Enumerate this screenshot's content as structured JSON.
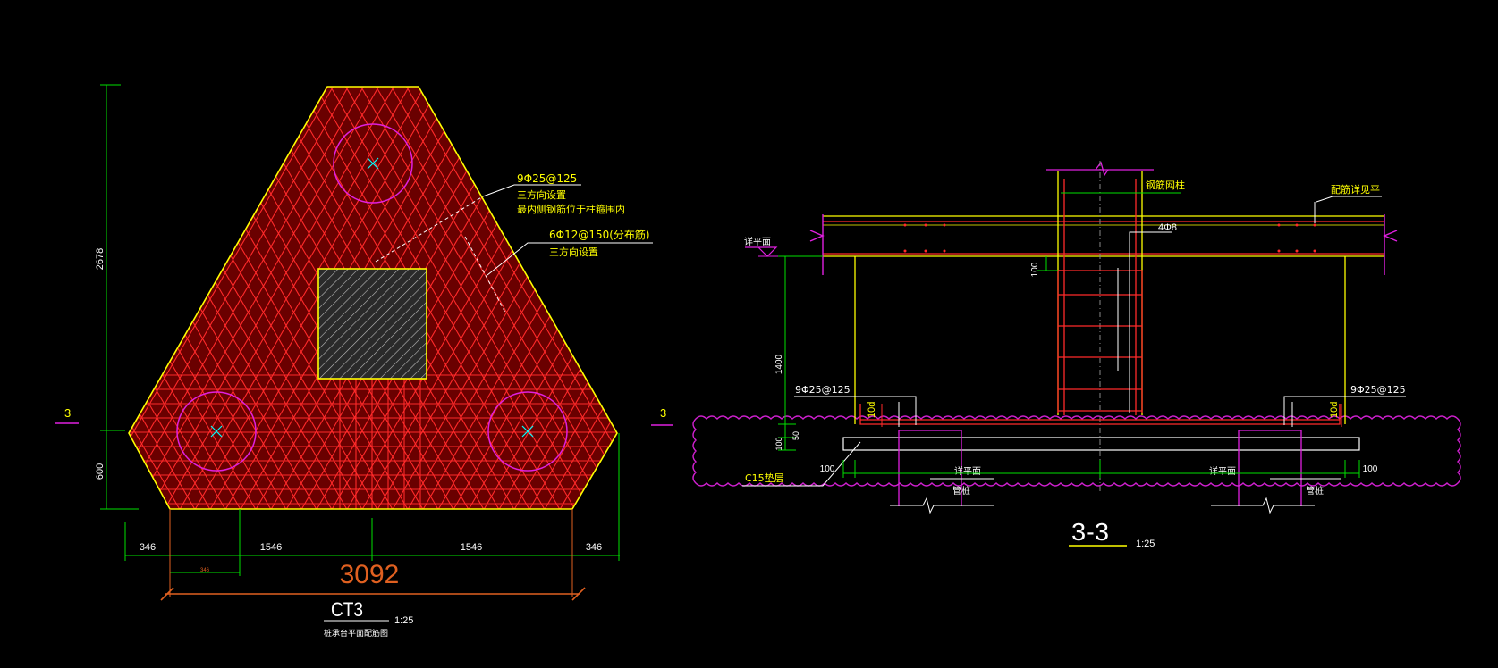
{
  "plan": {
    "dim_left_height_total": "2678",
    "dim_left_height_lower": "600",
    "dim_bottom_1": "346",
    "dim_bottom_2": "1546",
    "dim_bottom_3": "1546",
    "dim_bottom_4": "346",
    "dim_total_width": "3092",
    "small_dim": "346",
    "section_mark": "3",
    "title": "CT3",
    "scale": "1:25",
    "subtitle": "桩承台平面配筋图",
    "note1_line1": "9Φ25@125",
    "note1_line2": "三方向设置",
    "note1_line3": "最内侧钢筋位于柱箍围内",
    "note2_line1": "6Φ12@150(分布筋)",
    "note2_line2": "三方向设置"
  },
  "section": {
    "section_mark": "3",
    "title": "3-3",
    "scale": "1:25",
    "label_column": "钢筋网柱",
    "label_beam": "配筋详见平",
    "label_stirrup": "4Φ8",
    "label_level": "详平面",
    "dim_100_top": "100",
    "dim_1400": "1400",
    "dim_50": "50",
    "dim_100_bottom": "100",
    "left_rebar": "9Φ25@125",
    "right_rebar": "9Φ25@125",
    "anchor_left": "10d",
    "anchor_right": "10d",
    "c15_label": "C15垫层",
    "dim_100_left": "100",
    "dim_100_right": "100",
    "pile_top_left": "详平面",
    "pile_top_right": "详平面",
    "pile_left": "管桩",
    "pile_right": "管桩"
  },
  "colors": {
    "rebar_red": "#ff2a2a",
    "outline_yellow": "#ffff00",
    "dim_green": "#00e000",
    "magenta": "#ff40ff",
    "white": "#ffffff",
    "cyan": "#00ffff",
    "orange": "#e06020"
  }
}
